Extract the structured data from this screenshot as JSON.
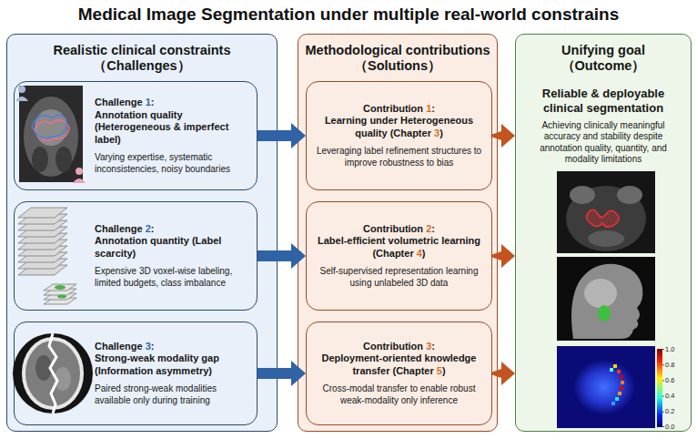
{
  "diagram": {
    "title": "Medical Image Segmentation under multiple real-world constrains",
    "nodes": [
      {
        "text": [
          "Realistic clinical constraints",
          "（Challenges）"
        ]
      },
      {
        "text": [
          "Challenge 1:",
          "Annotation quality (Heterogeneous & imperfect label)",
          "Varying expertise, systematic inconsistencies, noisy boundaries"
        ],
        "in": 0
      },
      {
        "text": [
          "Challenge 2:",
          "Annotation quantity (Label scarcity)",
          "Expensive 3D voxel-wise labeling, limited budgets, class imbalance"
        ],
        "in": 0
      },
      {
        "text": [
          "Challenge 3:",
          "Strong-weak modality gap (Information asymmetry)",
          "Paired strong-weak modalities available only during training"
        ],
        "in": 0
      },
      {
        "text": [
          "Methodological contributions",
          "（Solutions）"
        ]
      },
      {
        "text": [
          "Contribution 1:",
          "Learning under Heterogeneous quality (Chapter 3)",
          "Leveraging label refinement structures to improve robustness to bias"
        ],
        "in": 4
      },
      {
        "text": [
          "Contribution 2:",
          "Label-efficient volumetric learning (Chapter 4)",
          "Self-supervised representation learning using unlabeled 3D data"
        ],
        "in": 4
      },
      {
        "text": [
          "Contribution 3:",
          "Deployment-oriented knowledge transfer (Chapter 5)",
          "Cross-modal transfer to enable robust weak-modality only inference"
        ],
        "in": 4
      },
      {
        "text": [
          "Unifying goal",
          "（Outcome）",
          "Reliable & deployable clinical segmentation",
          "Achieving clinically meaningful accuracy and stability despite annotation quality, quantity, and modality limitations"
        ]
      }
    ],
    "edges": [
      {
        "from": 1,
        "to": 5,
        "arrow": "to"
      },
      {
        "from": 2,
        "to": 6,
        "arrow": "to"
      },
      {
        "from": 3,
        "to": 7,
        "arrow": "to"
      },
      {
        "from": 5,
        "to": 8,
        "arrow": "to"
      },
      {
        "from": 6,
        "to": 8,
        "arrow": "to"
      },
      {
        "from": 7,
        "to": 8,
        "arrow": "to"
      }
    ],
    "labels": [
      "1.0",
      "0.8",
      "0.6",
      "0.4",
      "0.2",
      "0.0"
    ]
  }
}
